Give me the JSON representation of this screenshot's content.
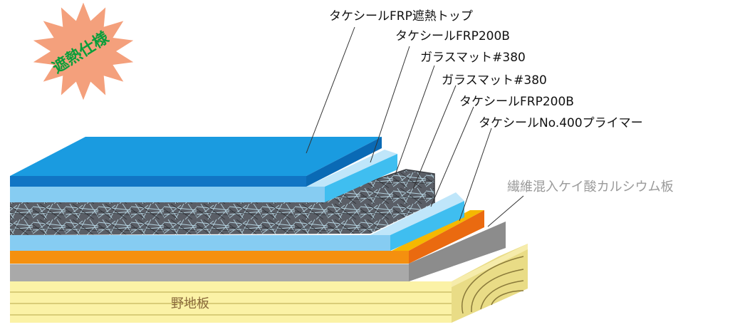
{
  "badge": {
    "text": "遮熱仕様",
    "color": "#f4a07c",
    "text_color": "#0a9e3a"
  },
  "labels": {
    "top_coat": "タケシールFRP遮熱トップ",
    "frp_upper": "タケシールFRP200B",
    "glass_mat_upper": "ガラスマット#380",
    "glass_mat_lower": "ガラスマット#380",
    "frp_lower": "タケシールFRP200B",
    "primer": "タケシールNo.400プライマー",
    "calcium_board": "繊維混入ケイ酸カルシウム板",
    "base_board": "野地板"
  },
  "colors": {
    "top_coat": "#1a9be0",
    "frp_light": "#86ccf2",
    "frp_cyan": "#3fbef0",
    "glass_mat": "#5a5e66",
    "primer_front": "#f5900f",
    "primer_top": "#f5b800",
    "primer_side": "#ea6a10",
    "calcium": "#a9a9a9",
    "wood": "#fbf2a6",
    "wood_line": "#d9cd78"
  }
}
